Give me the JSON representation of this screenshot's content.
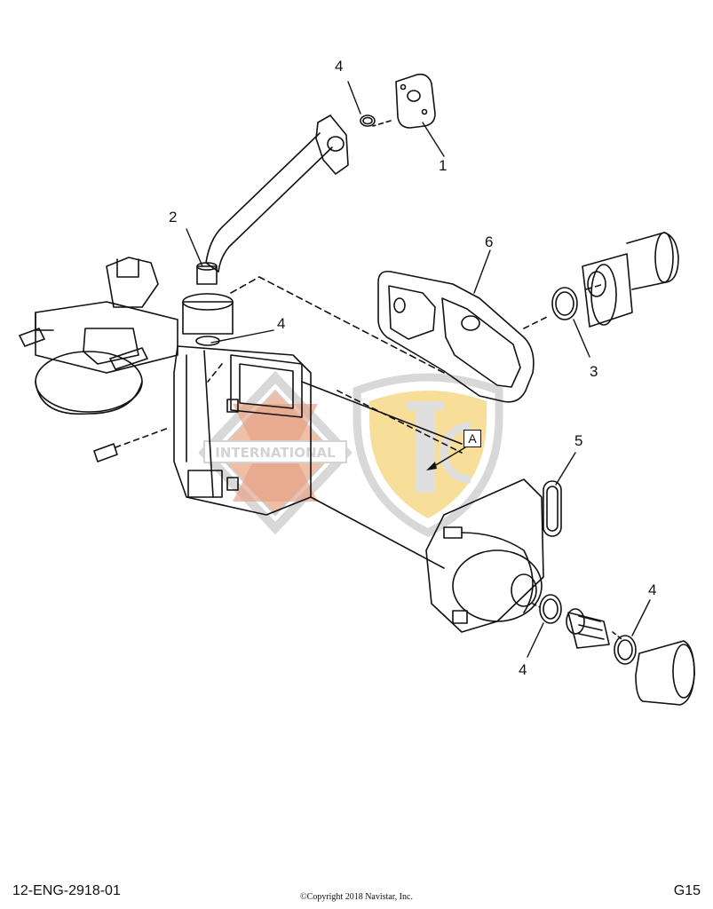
{
  "diagram": {
    "callouts": {
      "c1": "1",
      "c2": "2",
      "c3": "3",
      "c4_top": "4",
      "c4_mid": "4",
      "c4_low_left": "4",
      "c4_low_right": "4",
      "c5": "5",
      "c6": "6",
      "view_a": "A"
    },
    "watermark": {
      "international_text": "INTERNATIONAL",
      "colors": {
        "diamond_outline": "#c9c9c9",
        "diamond_fill": "#e9a48a",
        "shield_fill": "#f6dc8c",
        "shield_outline": "#cfcfcf",
        "shield_letters": "#d9d9d9"
      }
    }
  },
  "footer": {
    "doc_number": "12-ENG-2918-01",
    "copyright": "©Copyright 2018 Navistar, Inc.",
    "page": "G15"
  }
}
